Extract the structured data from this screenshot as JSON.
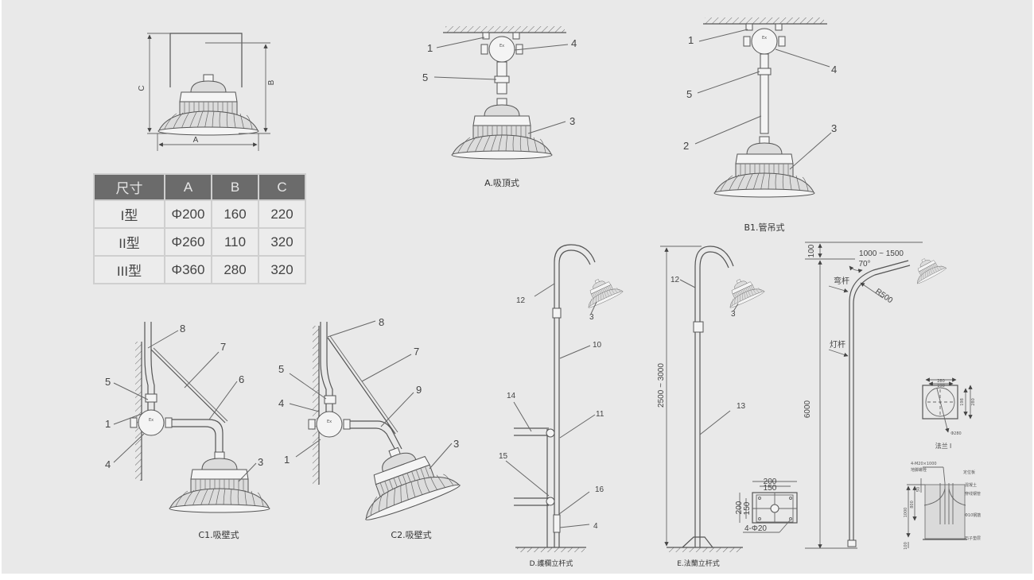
{
  "size_table": {
    "headers": [
      "尺寸",
      "A",
      "B",
      "C"
    ],
    "rows": [
      [
        "I型",
        "Φ200",
        "160",
        "220"
      ],
      [
        "II型",
        "Φ260",
        "110",
        "320"
      ],
      [
        "III型",
        "Φ360",
        "280",
        "320"
      ]
    ]
  },
  "dimension_view": {
    "label_a": "A",
    "label_b": "B",
    "label_c": "C"
  },
  "lamp_badge": "Ex",
  "diagrams": {
    "a": {
      "caption": "A.吸頂式",
      "callouts": [
        "1",
        "4",
        "5",
        "3"
      ]
    },
    "b1": {
      "caption": "B1.管吊式",
      "callouts": [
        "1",
        "4",
        "5",
        "2",
        "3"
      ]
    },
    "c1": {
      "caption": "C1.吸壁式",
      "callouts": [
        "8",
        "7",
        "6",
        "5",
        "1",
        "4",
        "3"
      ]
    },
    "c2": {
      "caption": "C2.吸壁式",
      "callouts": [
        "8",
        "7",
        "5",
        "9",
        "4",
        "1",
        "3"
      ]
    },
    "d": {
      "caption": "D.護欄立杆式",
      "callouts": [
        "12",
        "3",
        "10",
        "14",
        "11",
        "15",
        "16",
        "4"
      ]
    },
    "e": {
      "caption": "E.法蘭立杆式",
      "callouts": [
        "12",
        "3",
        "13"
      ],
      "height_dim": "2500 ~ 3000",
      "flange": {
        "outer_w": "200",
        "inner_w": "150",
        "outer_h": "200",
        "inner_h": "150",
        "holes": "4-Φ20"
      }
    },
    "f": {
      "top_offset": "100",
      "arm_length": "1000 ~ 1500",
      "angle": "70°",
      "radius": "R500",
      "bent_arm_label": "弯杆",
      "pole_label": "灯杆",
      "pole_height": "6000",
      "flange_caption": "法兰 I",
      "flange_dims": [
        "280",
        "198",
        "198",
        "280",
        "Φ280"
      ],
      "foundation": {
        "bolts": "4-M20×1000",
        "bolts_sub": "地脚螺栓",
        "labels": [
          "定位板",
          "混凝土",
          "穿线钢管",
          "Φ10钢筋",
          "石子垫层"
        ],
        "dims": [
          "50",
          "800",
          "1000",
          "100"
        ]
      }
    }
  }
}
